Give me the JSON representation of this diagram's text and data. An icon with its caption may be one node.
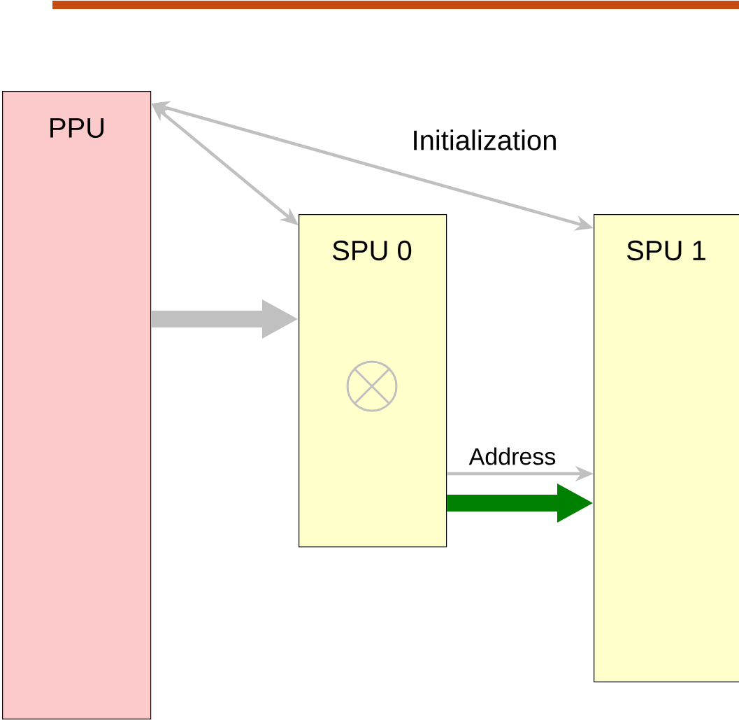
{
  "diagram": {
    "nodes": [
      {
        "text": [
          "PPU"
        ]
      },
      {
        "text": [
          "SPU 0"
        ]
      },
      {
        "text": [
          "SPU 1"
        ]
      }
    ],
    "edges": [
      {
        "from": 0,
        "to": 1,
        "arrow": "both"
      },
      {
        "from": 0,
        "to": 2,
        "arrow": "both",
        "label": "Initialization"
      },
      {
        "from": 0,
        "to": 1,
        "arrow": "to",
        "style": "thick"
      },
      {
        "from": 1,
        "to": 2,
        "arrow": "to",
        "label": "Address"
      },
      {
        "from": 1,
        "to": 2,
        "arrow": "to",
        "style": "thick",
        "color": "#008000"
      }
    ]
  }
}
